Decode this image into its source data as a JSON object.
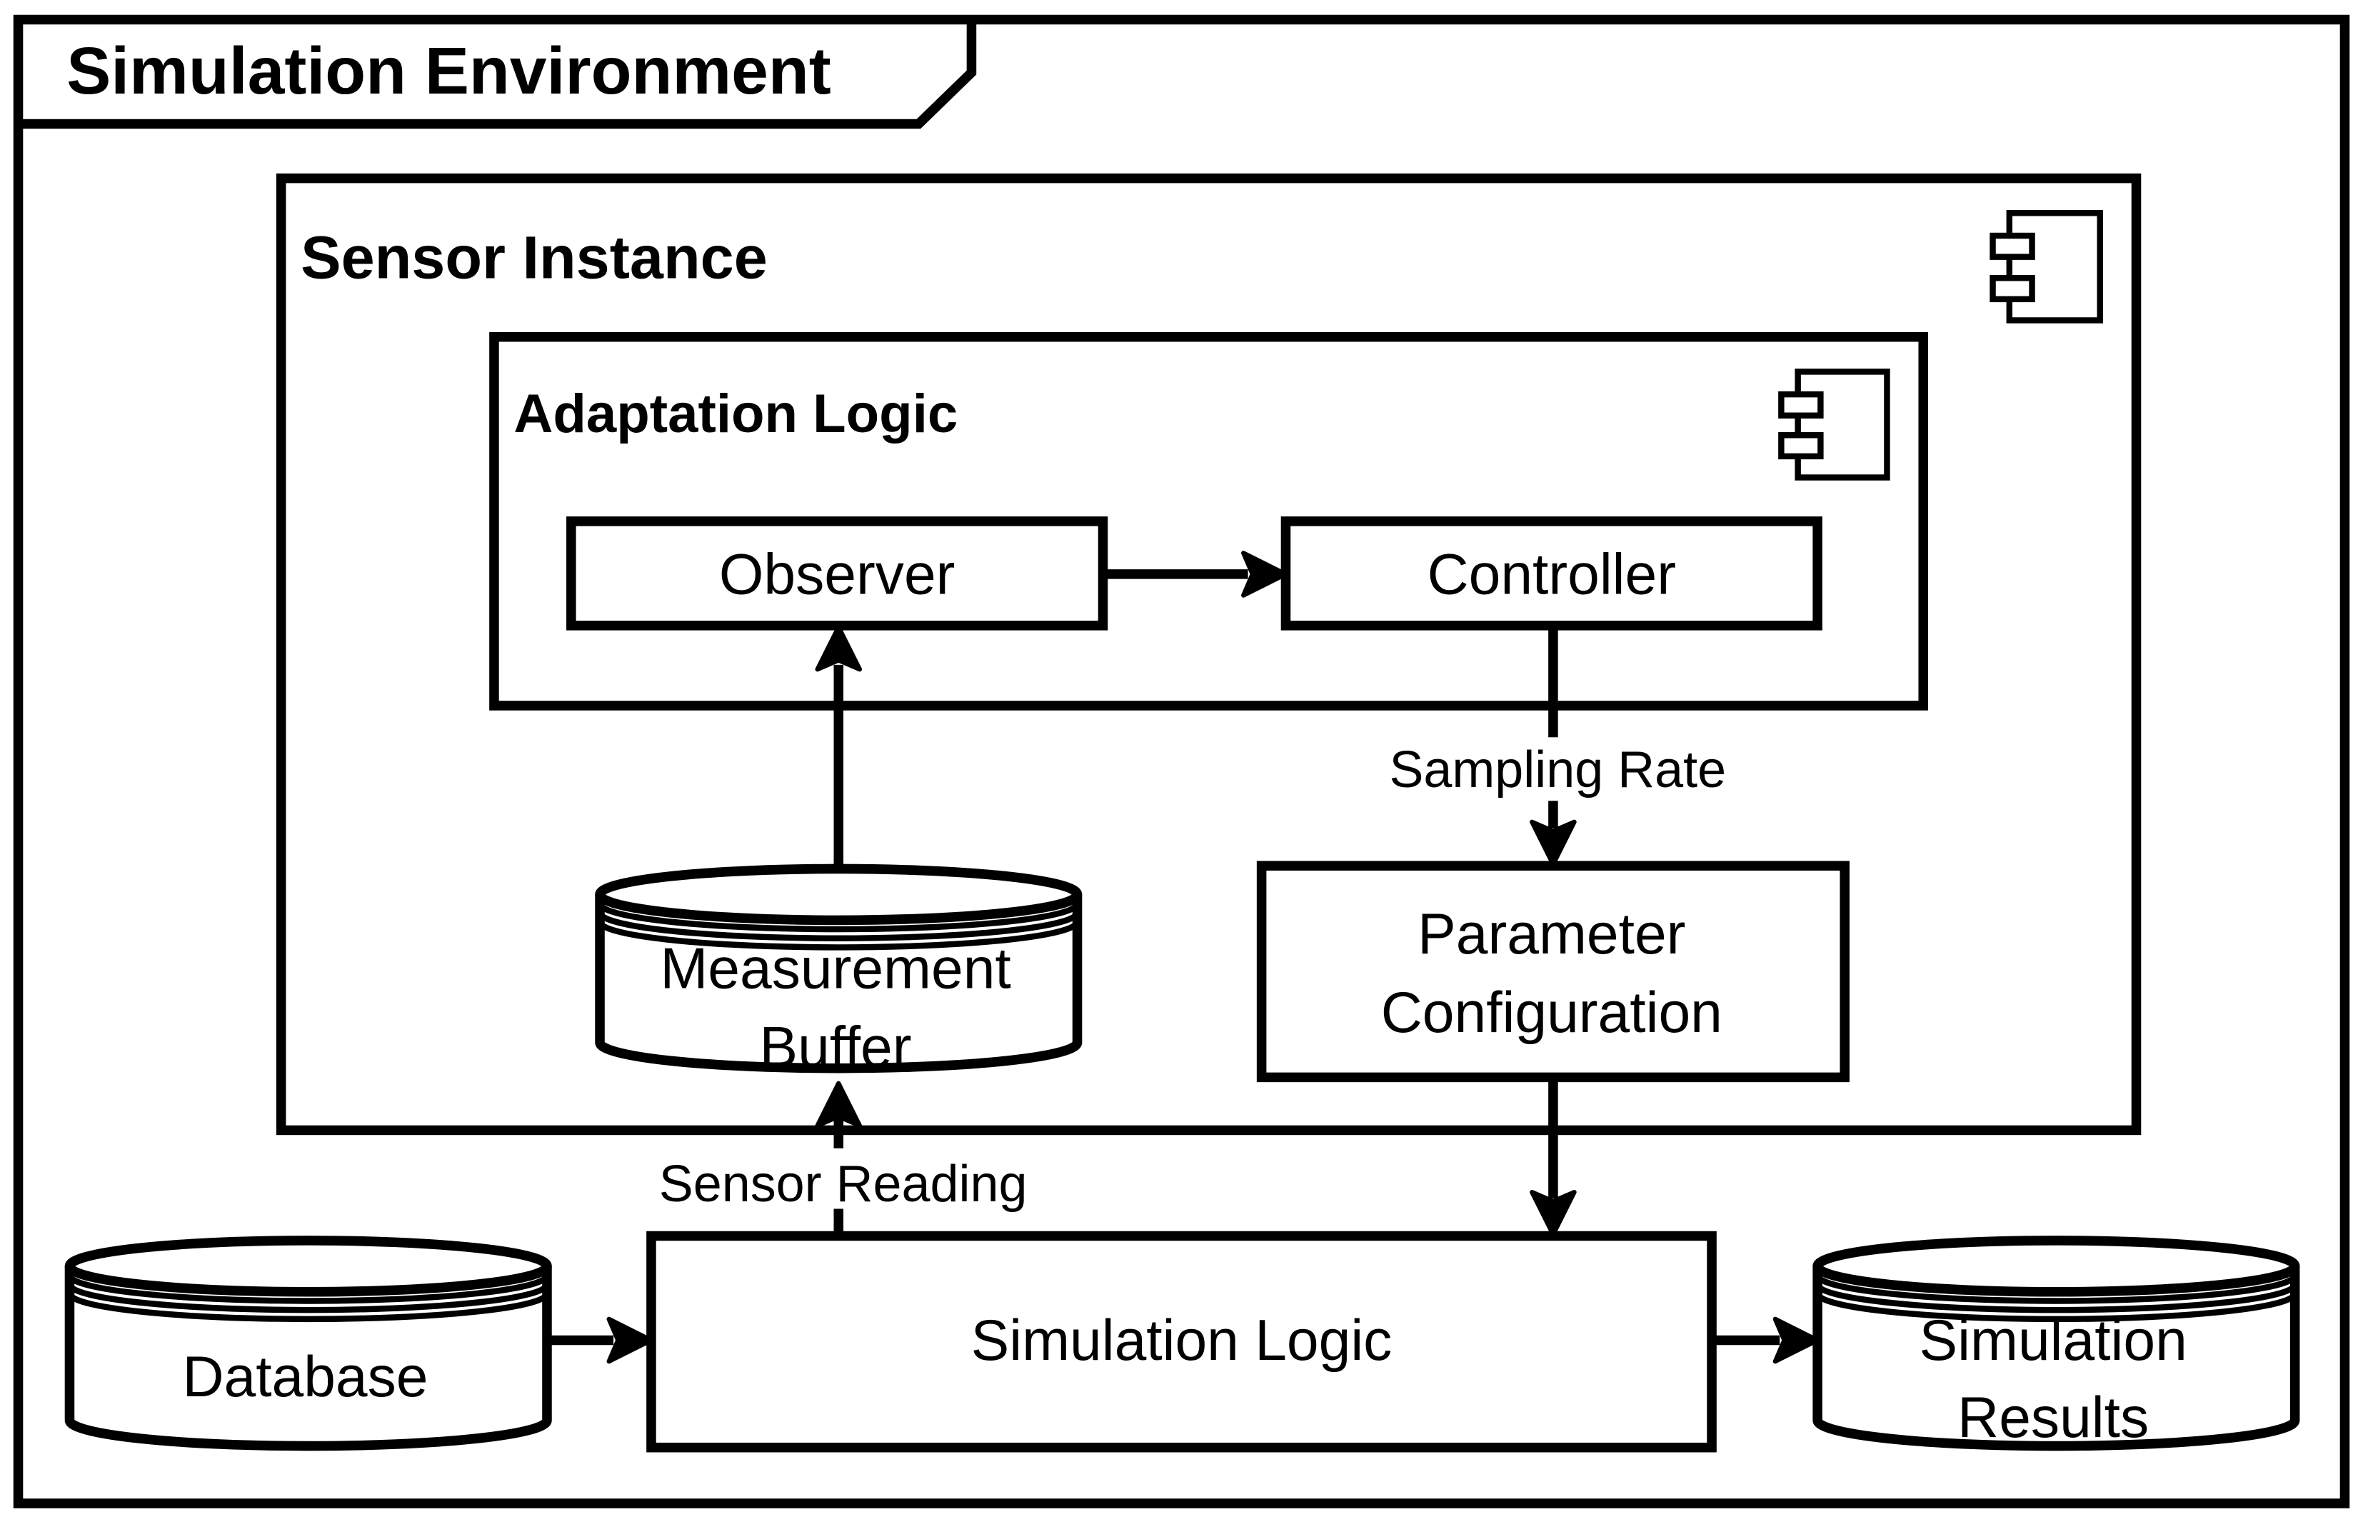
{
  "frame": {
    "title": "Simulation Environment"
  },
  "sensor_instance": {
    "title": "Sensor Instance",
    "icon": "component-icon"
  },
  "adaptation_logic": {
    "title": "Adaptation Logic",
    "icon": "component-icon"
  },
  "observer": {
    "label": "Observer"
  },
  "controller": {
    "label": "Controller"
  },
  "measurement_buffer": {
    "line1": "Measurement",
    "line2": "Buffer",
    "shape": "database-icon"
  },
  "parameter_configuration": {
    "line1": "Parameter",
    "line2": "Configuration"
  },
  "simulation_logic": {
    "label": "Simulation Logic"
  },
  "database": {
    "label": "Database",
    "shape": "database-icon"
  },
  "simulation_results": {
    "line1": "Simulation",
    "line2": "Results",
    "shape": "database-icon"
  },
  "edges": {
    "sampling_rate": "Sampling Rate",
    "sensor_reading": "Sensor Reading"
  }
}
